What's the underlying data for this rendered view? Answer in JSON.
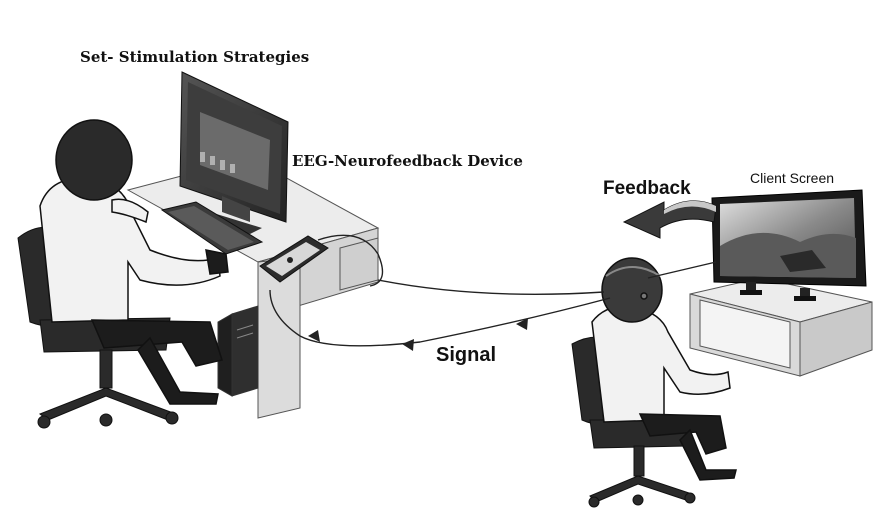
{
  "labels": {
    "stimulation": "Set- Stimulation Strategies",
    "device": "EEG-Neurofeedback Device",
    "feedback": "Feedback",
    "client_screen": "Client Screen",
    "signal": "Signal"
  },
  "colors": {
    "ink": "#111111",
    "shirt": "#f2f2f2",
    "chair": "#2a2a2a",
    "desk": "#e6e6e6",
    "screen": "#3a3a3a"
  },
  "icons": [
    "therapist-figure",
    "client-figure",
    "computer-monitor",
    "keyboard",
    "eeg-device",
    "client-monitor",
    "pc-tower",
    "office-chair",
    "feedback-arrow",
    "signal-arrow"
  ]
}
